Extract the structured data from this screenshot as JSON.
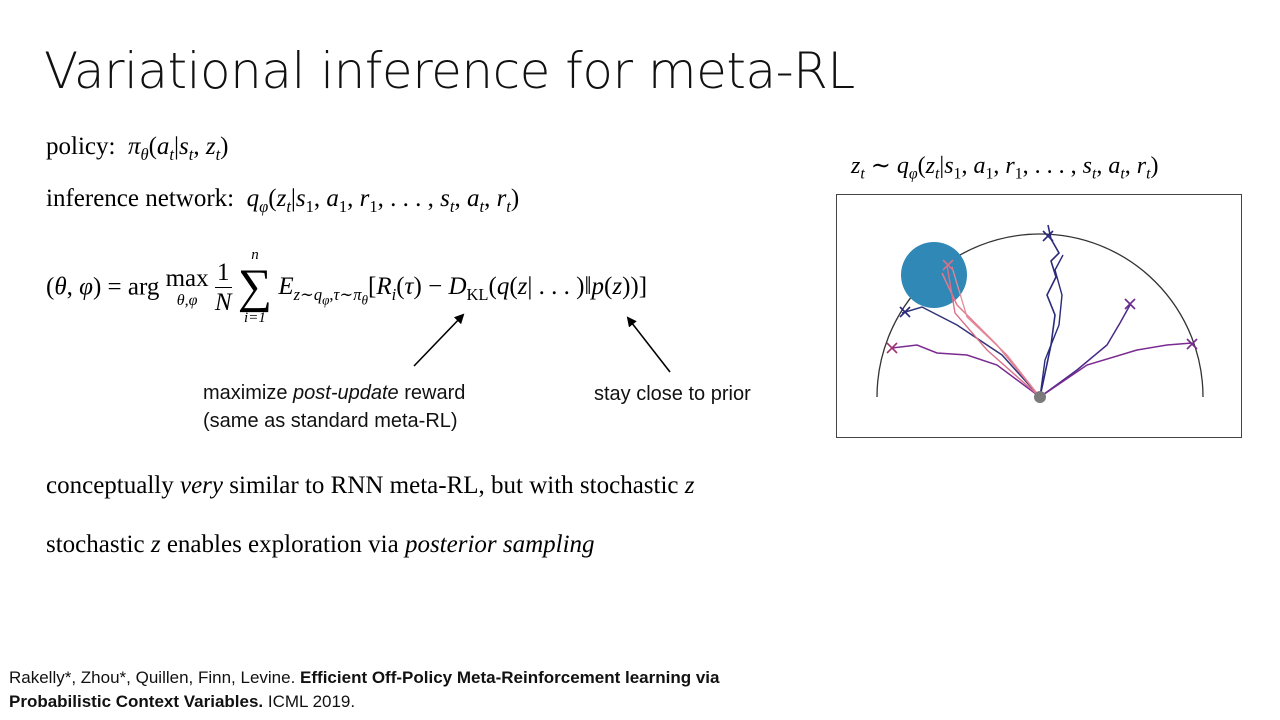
{
  "slide": {
    "title": "Variational inference for meta-RL"
  },
  "equations": {
    "policy_label": "policy:",
    "inference_label": "inference network:",
    "objective_lhs": "(θ, φ) = arg max",
    "objective_argmax_sub": "θ,φ",
    "objective_sum_upper": "n",
    "objective_sum_lower": "i=1",
    "plot_caption": "z_t ~ q_φ(z_t | s_1, a_1, r_1, ..., s_t, a_t, r_t)"
  },
  "annotations": {
    "reward_note_part1": "maximize ",
    "reward_note_emph": "post-update",
    "reward_note_part2": " reward",
    "reward_note_line2": "(same as standard meta-RL)",
    "prior_note": "stay close to prior"
  },
  "statements": {
    "line1_part1": "conceptually ",
    "line1_emph": "very",
    "line1_part2": " similar to RNN meta-RL, but with stochastic ",
    "line1_var": "z",
    "line2_part1": "stochastic ",
    "line2_var": "z",
    "line2_part2": " enables exploration via ",
    "line2_emph": "posterior sampling"
  },
  "citation": {
    "authors": "Rakelly*, Zhou*, Quillen, Finn, Levine. ",
    "title_line1": "Efficient Off-Policy Meta-Reinforcement learning via",
    "title_line2": "Probabilistic Context Variables.",
    "venue": " ICML 2019."
  },
  "colors": {
    "goal_circle": "#2f88b5",
    "start_point": "#7a7a7a",
    "trajectory_dark": "#2a2a7a",
    "trajectory_purple": "#7a2a90",
    "trajectory_pink": "#e07b8f"
  }
}
